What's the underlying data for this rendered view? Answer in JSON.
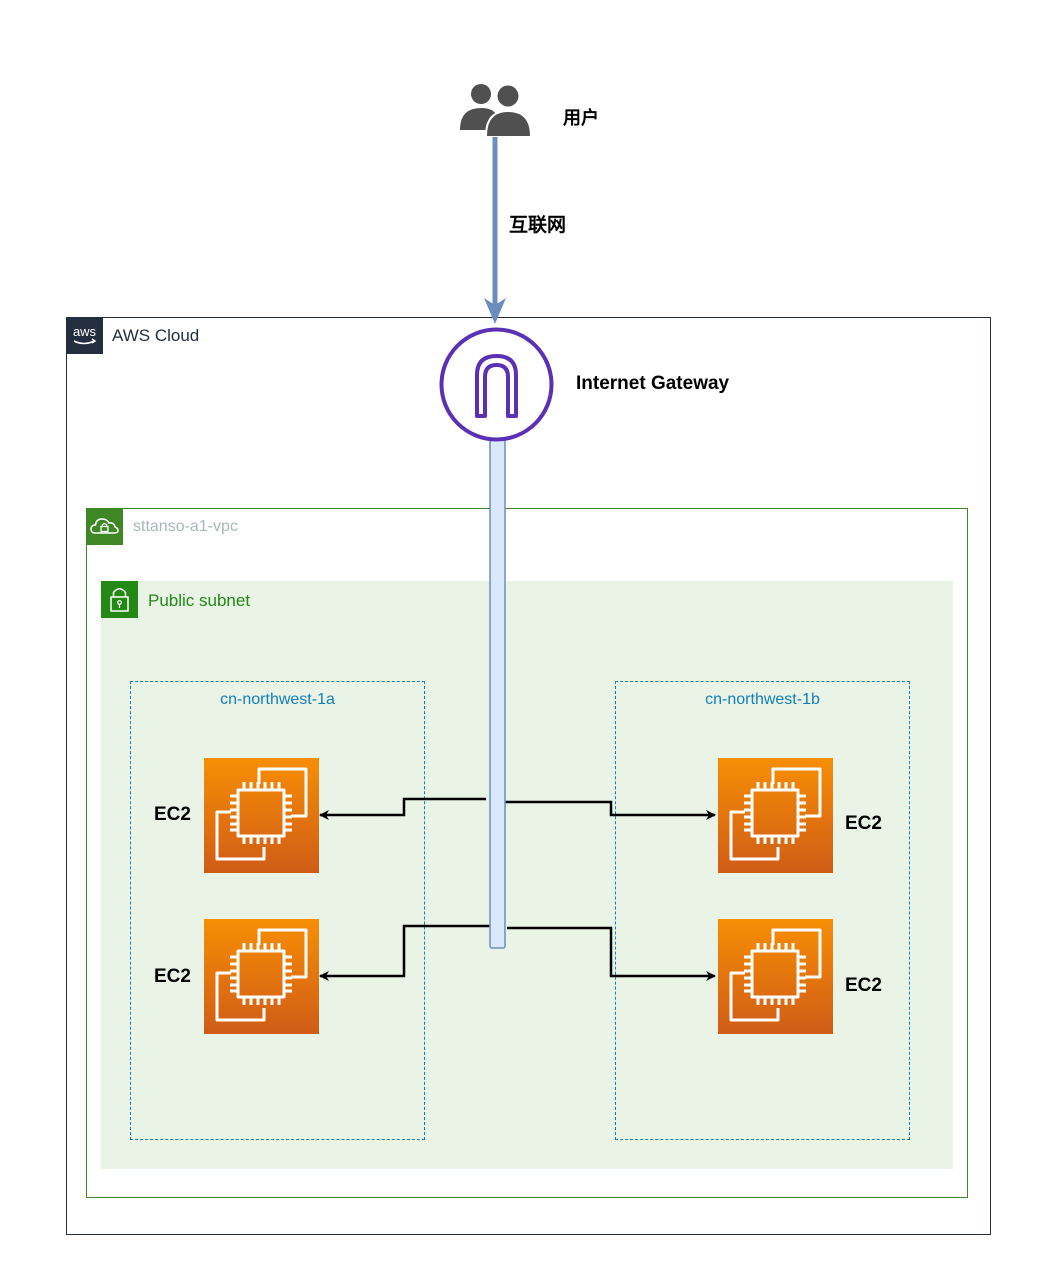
{
  "user": {
    "label": "用户",
    "icon": "users-icon"
  },
  "internet": {
    "label": "互联网"
  },
  "aws_cloud": {
    "label": "AWS Cloud",
    "badge_text": "aws"
  },
  "igw": {
    "label": "Internet Gateway",
    "icon": "internet-gateway-icon"
  },
  "vpc": {
    "label": "sttanso-a1-vpc",
    "icon": "cloud-lock-icon"
  },
  "subnet": {
    "label": "Public subnet",
    "icon": "padlock-icon"
  },
  "azs": [
    {
      "label": "cn-northwest-1a"
    },
    {
      "label": "cn-northwest-1b"
    }
  ],
  "instances": [
    {
      "label": "EC2",
      "az": "cn-northwest-1a"
    },
    {
      "label": "EC2",
      "az": "cn-northwest-1a"
    },
    {
      "label": "EC2",
      "az": "cn-northwest-1b"
    },
    {
      "label": "EC2",
      "az": "cn-northwest-1b"
    }
  ],
  "colors": {
    "aws_dark": "#232f3e",
    "vpc_green": "#3f8624",
    "subnet_green": "#248814",
    "subnet_fill": "#e9f3e6",
    "az_blue": "#147eba",
    "igw_purple": "#5a30b5",
    "ec2_orange_top": "#f78e04",
    "ec2_orange_bottom": "#d05c17",
    "internet_arrow": "#6c8ebf",
    "bus_fill": "#dae8fc"
  }
}
